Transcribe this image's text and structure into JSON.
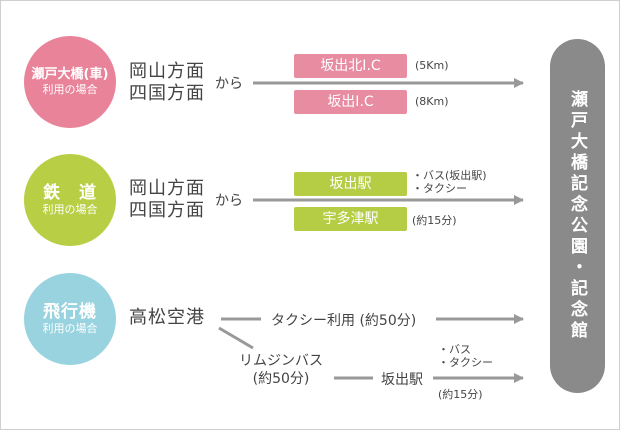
{
  "destination": "瀬戸大橋記念公園・記念館",
  "routes": {
    "car": {
      "label_main": "瀬戸大橋(車)",
      "label_sub": "利用の場合",
      "color": "#e8839a",
      "origin_line1": "岡山方面",
      "origin_line2": "四国方面",
      "kara": "から",
      "exits": [
        {
          "name": "坂出北I.C",
          "distance": "(5Km)"
        },
        {
          "name": "坂出I.C",
          "distance": "(8Km)"
        }
      ]
    },
    "rail": {
      "label_main": "鉄　道",
      "label_sub": "利用の場合",
      "color": "#b8cf45",
      "origin_line1": "岡山方面",
      "origin_line2": "四国方面",
      "kara": "から",
      "stations": [
        {
          "name": "坂出駅",
          "note1": "・バス(坂出駅)",
          "note2": "・タクシー"
        },
        {
          "name": "宇多津駅",
          "note1": "(約15分)"
        }
      ]
    },
    "air": {
      "label_main": "飛行機",
      "label_sub": "利用の場合",
      "color": "#98d3df",
      "origin": "高松空港",
      "taxi": "タクシー利用 (約50分)",
      "limousine_line1": "リムジンバス",
      "limousine_line2": "(約50分)",
      "station": "坂出駅",
      "note1": "・バス",
      "note2": "・タクシー",
      "note3": "(約15分)"
    }
  }
}
